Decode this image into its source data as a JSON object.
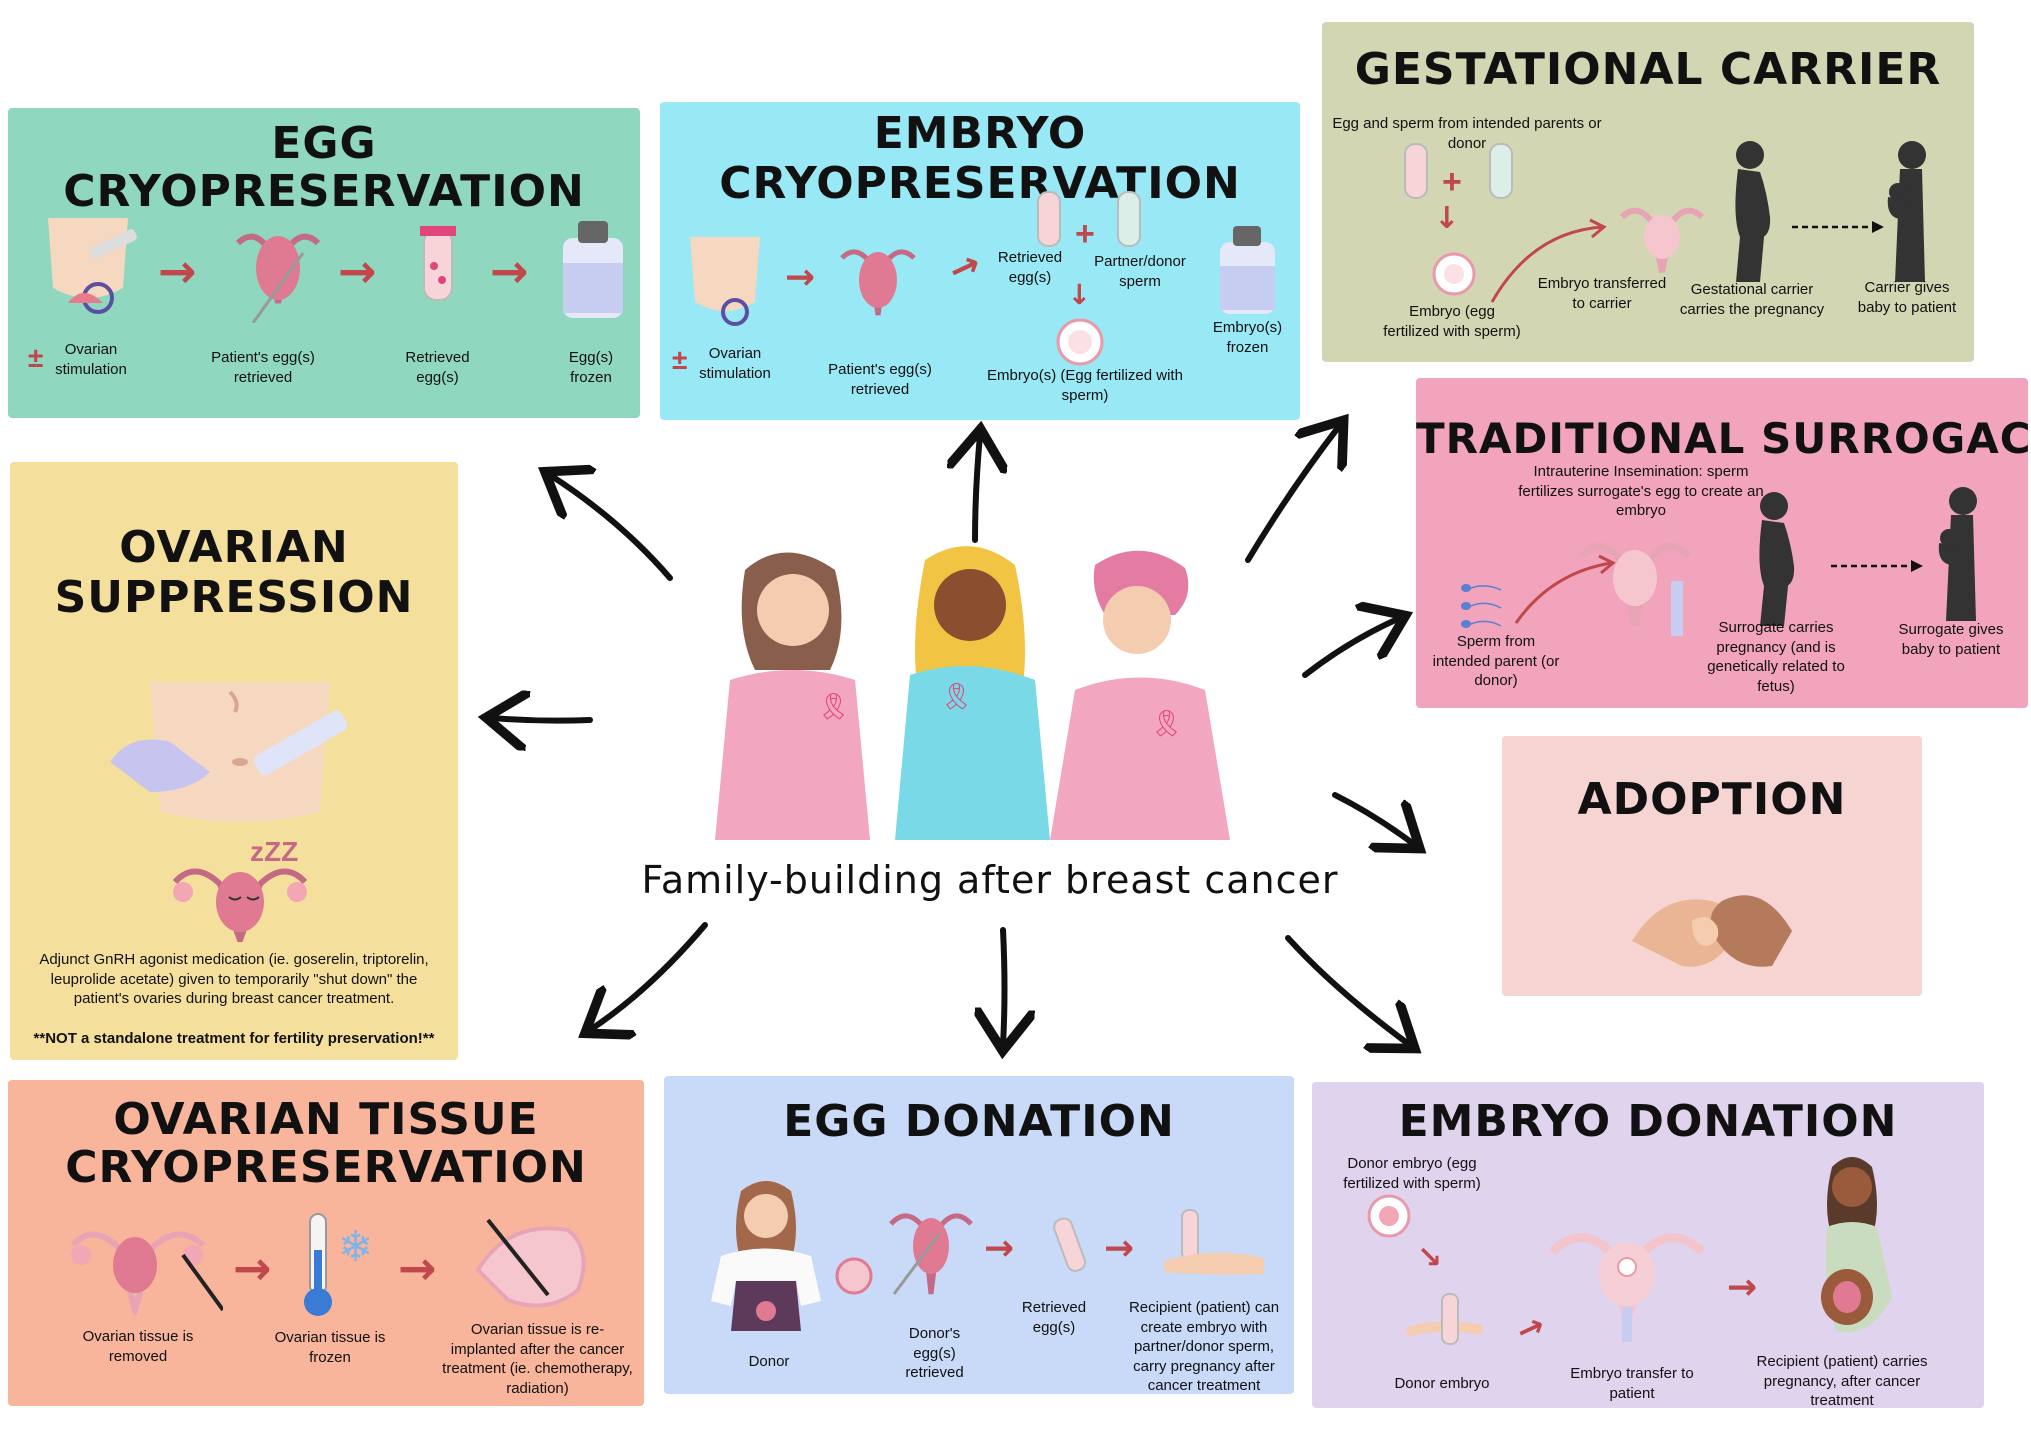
{
  "center": {
    "title": "Family-building after breast cancer"
  },
  "egg_cryo": {
    "title": "EGG CRYOPRESERVATION",
    "steps": [
      "Ovarian stimulation",
      "Patient's egg(s) retrieved",
      "Retrieved egg(s)",
      "Egg(s) frozen"
    ],
    "pm": "±"
  },
  "emb_cryo": {
    "title_1": "EMBRYO",
    "title_2": "CRYOPRESERVATION",
    "pm": "±",
    "steps": [
      "Ovarian stimulation",
      "Patient's egg(s) retrieved",
      "Retrieved egg(s)",
      "Partner/donor sperm",
      "Embryo(s) (Egg fertilized with sperm)",
      "Embryo(s) frozen"
    ]
  },
  "gest": {
    "title": "GESTATIONAL CARRIER",
    "source": "Egg and sperm from intended parents or donor",
    "steps": [
      "Embryo (egg fertilized with sperm)",
      "Embryo transferred to carrier",
      "Gestational carrier carries the pregnancy",
      "Carrier gives baby to patient"
    ]
  },
  "trad": {
    "title": "TRADITIONAL SURROGACY",
    "iui": "Intrauterine Insemination: sperm fertilizes surrogate's egg to create an embryo",
    "steps": [
      "Sperm from intended parent (or donor)",
      "Surrogate carries pregnancy (and is genetically related to fetus)",
      "Surrogate gives baby to patient"
    ]
  },
  "adopt": {
    "title": "ADOPTION"
  },
  "ovsup": {
    "title_1": "OVARIAN",
    "title_2": "SUPPRESSION",
    "desc": "Adjunct GnRH agonist medication (ie. goserelin, triptorelin, leuprolide acetate) given to temporarily \"shut down\" the patient's ovaries during breast cancer treatment.",
    "note": "**NOT a standalone treatment for fertility preservation!**",
    "zzz": "zZZ"
  },
  "otc": {
    "title_1": "OVARIAN TISSUE",
    "title_2": "CRYOPRESERVATION",
    "steps": [
      "Ovarian tissue is removed",
      "Ovarian tissue is frozen",
      "Ovarian tissue is re-implanted after the cancer treatment (ie. chemotherapy, radiation)"
    ]
  },
  "eggdon": {
    "title": "EGG DONATION",
    "steps": [
      "Donor",
      "Donor's egg(s) retrieved",
      "Retrieved egg(s)",
      "Recipient (patient) can create embryo with partner/donor sperm, carry pregnancy after cancer treatment"
    ]
  },
  "embdon": {
    "title": "EMBRYO DONATION",
    "steps": [
      "Donor embryo (egg fertilized with sperm)",
      "Donor embryo",
      "Embryo transfer to patient",
      "Recipient (patient) carries pregnancy, after cancer treatment"
    ]
  },
  "colors": {
    "egg_cryo": "#8fd8bf",
    "emb_cryo": "#99e8f5",
    "gest": "#d3d6b2",
    "trad": "#f1a4bc",
    "adopt": "#f6d4d2",
    "ovsup": "#f4e09c",
    "otc": "#f8b59c",
    "eggdon": "#c8daf8",
    "embdon": "#e0d3ee",
    "step_arrow": "#c0474c",
    "ribbon": "#e0457b"
  },
  "icons": [
    "uterus-icon",
    "syringe-icon",
    "test-tube-icon",
    "cryo-tank-icon",
    "egg-cell-icon",
    "thermometer-icon",
    "snowflake-icon",
    "pregnant-silhouette-icon",
    "parent-baby-silhouette-icon",
    "holding-hands-icon",
    "pink-ribbon-icon"
  ]
}
